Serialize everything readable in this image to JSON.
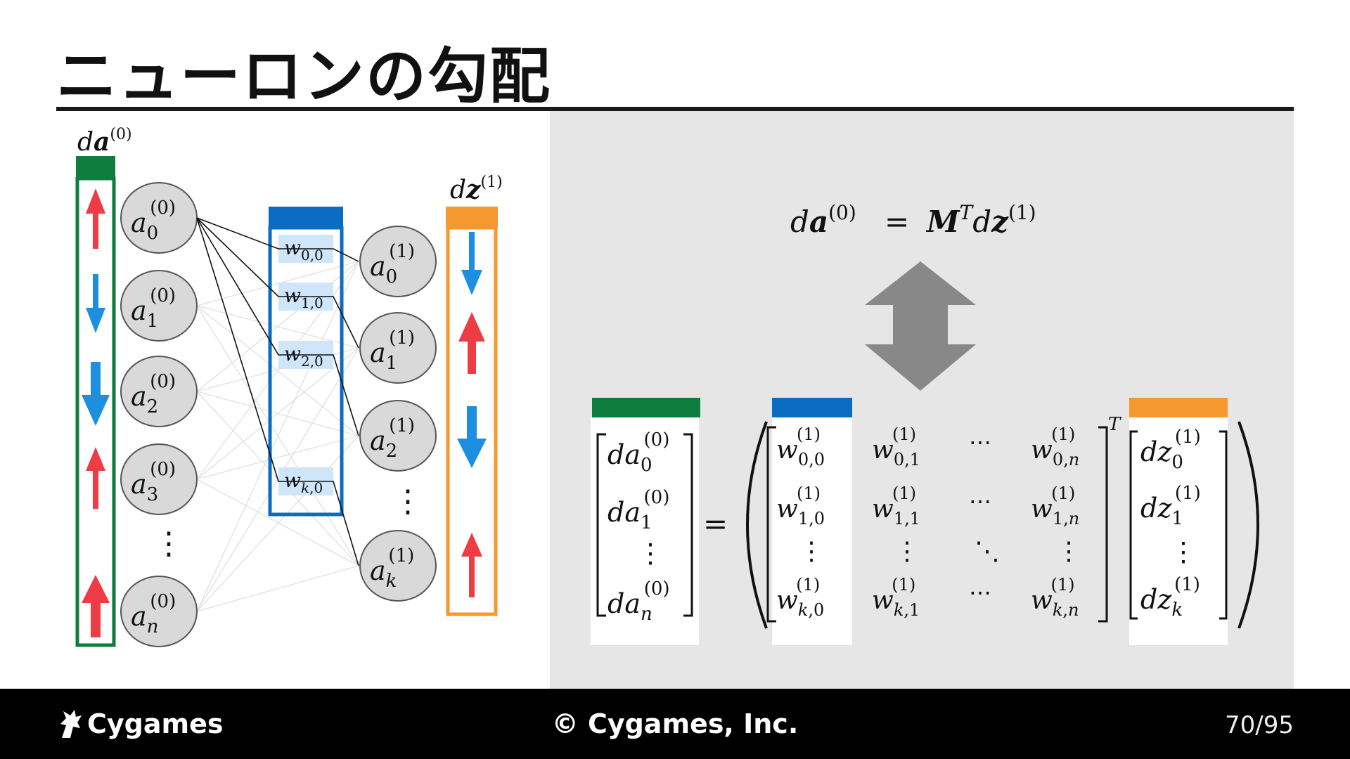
{
  "slide": {
    "title": "ニューロンの勾配",
    "page": "70/95"
  },
  "footer": {
    "logo": "Cygames",
    "copyright": "© Cygames, Inc."
  },
  "colors": {
    "green": "#0f7d3e",
    "blue": "#0b6cc4",
    "orange": "#f4982f",
    "red_arrow": "#ee3c44",
    "blue_arrow": "#1c8fe0",
    "panel": "#e6e6e6",
    "node_fill": "#d9d9d9",
    "weight_bg": "#cfe6fa"
  },
  "labels": {
    "da0": "da(0)",
    "dz1": "dz(1)"
  },
  "input_nodes": [
    "a0(0)",
    "a1(0)",
    "a2(0)",
    "a3(0)",
    "⋮",
    "an(0)"
  ],
  "output_nodes": [
    "a0(1)",
    "a1(1)",
    "a2(1)",
    "⋮",
    "ak(1)"
  ],
  "weights": [
    "w0,0",
    "w1,0",
    "w2,0",
    "wk,0"
  ],
  "da0_arrows": [
    "up-red",
    "down-blue",
    "down-blue",
    "up-red",
    "up-red"
  ],
  "dz1_arrows": [
    "down-blue",
    "up-red",
    "down-blue",
    "up-red"
  ],
  "formula": {
    "lhs": "da(0)",
    "equals": "=",
    "rhs": "MT dz(1)"
  },
  "equation": {
    "da_vector": [
      "da0(0)",
      "da1(0)",
      "⋮",
      "dan(0)"
    ],
    "equals": "=",
    "matrix_rows": [
      [
        "w0,0(1)",
        "w0,1(1)",
        "⋯",
        "w0,n(1)"
      ],
      [
        "w1,0(1)",
        "w1,1(1)",
        "⋯",
        "w1,n(1)"
      ],
      [
        "⋮",
        "⋮",
        "⋱",
        "⋮"
      ],
      [
        "wk,0(1)",
        "wk,1(1)",
        "⋯",
        "wk,n(1)"
      ]
    ],
    "transpose": "T",
    "dz_vector": [
      "dz0(1)",
      "dz1(1)",
      "⋮",
      "dzk(1)"
    ]
  }
}
